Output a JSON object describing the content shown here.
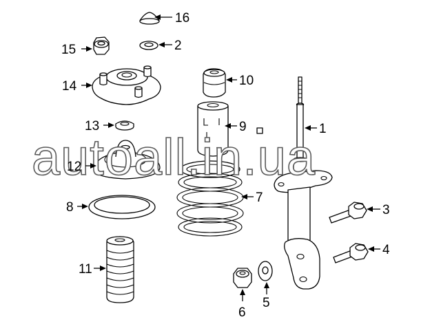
{
  "watermark": "autoall.in.ua",
  "callouts": {
    "c1": "1",
    "c2": "2",
    "c3": "3",
    "c4": "4",
    "c5": "5",
    "c6": "6",
    "c7": "7",
    "c8": "8",
    "c9": "9",
    "c10": "10",
    "c11": "11",
    "c12": "12",
    "c13": "13",
    "c14": "14",
    "c15": "15",
    "c16": "16"
  },
  "colors": {
    "line": "#000000",
    "background": "#ffffff",
    "watermark_outline": "#5a5a5a"
  }
}
